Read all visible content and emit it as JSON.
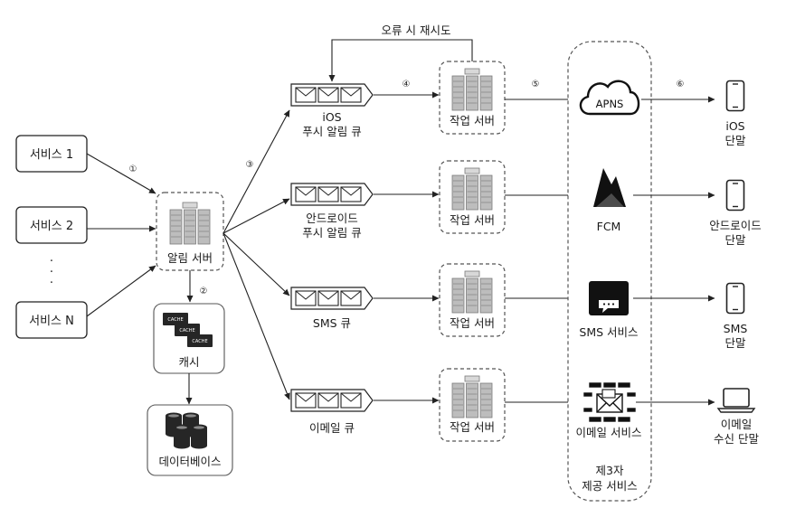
{
  "retry_label": "오류 시 재시도",
  "services": [
    "서비스 1",
    "서비스 2",
    "서비스 N"
  ],
  "service_ellipsis": ". . .",
  "notification_server": "알림 서버",
  "cache": {
    "label": "캐시",
    "tag": "CACHE"
  },
  "database": "데이터베이스",
  "queues": [
    {
      "line1": "iOS",
      "line2": "푸시 알림 큐"
    },
    {
      "line1": "안드로이드",
      "line2": "푸시 알림 큐"
    },
    {
      "line1": "SMS 큐",
      "line2": ""
    },
    {
      "line1": "이메일 큐",
      "line2": ""
    }
  ],
  "worker_label": "작업 서버",
  "third_party": [
    {
      "label": "APNS",
      "name": "apns"
    },
    {
      "label": "FCM",
      "name": "fcm"
    },
    {
      "label": "SMS 서비스",
      "name": "sms-service"
    },
    {
      "label": "이메일 서비스",
      "name": "email-service"
    }
  ],
  "third_party_group": {
    "line1": "제3자",
    "line2": "제공 서비스"
  },
  "devices": [
    {
      "line1": "iOS",
      "line2": "단말"
    },
    {
      "line1": "안드로이드",
      "line2": "단말"
    },
    {
      "line1": "SMS",
      "line2": "단말"
    },
    {
      "line1": "이메일",
      "line2": "수신 단말"
    }
  ],
  "steps": [
    "①",
    "②",
    "③",
    "④",
    "⑤",
    "⑥"
  ],
  "icons": {
    "apns": "cloud-icon",
    "fcm": "firebase-flame-icon",
    "sms": "chat-bubble-icon",
    "email": "envelope-network-icon",
    "device": "smartphone-icon",
    "laptop": "laptop-icon"
  }
}
